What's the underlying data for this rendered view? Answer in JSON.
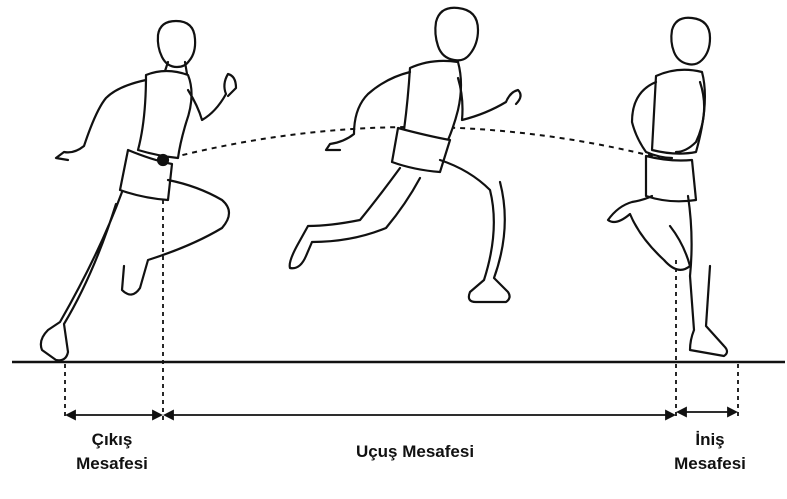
{
  "labels": {
    "takeoff_line1": "Çıkış",
    "takeoff_line2": "Mesafesi",
    "flight": "Uçuş Mesafesi",
    "landing_line1": "İniş",
    "landing_line2": "Mesafesi"
  },
  "colors": {
    "ink": "#111111",
    "background": "#ffffff"
  }
}
